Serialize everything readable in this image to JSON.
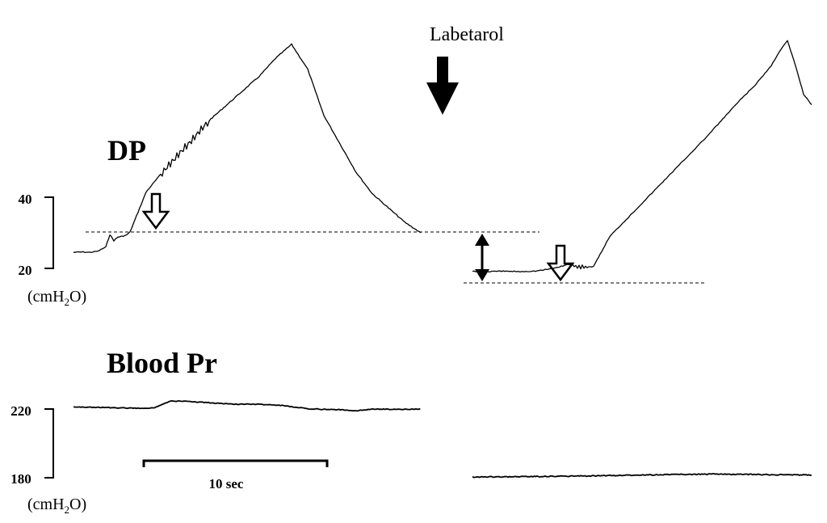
{
  "chart_data": {
    "type": "line",
    "annotation_drug": "Labetarol",
    "scale_bar_label": "10 sec",
    "dp": {
      "label": "DP",
      "ticks": [
        "40",
        "20"
      ],
      "unit_prefix": "(cmH",
      "unit_sub": "2",
      "unit_suffix": "O)",
      "ylim": [
        20,
        40
      ]
    },
    "bp": {
      "label": "Blood Pr",
      "ticks": [
        "220",
        "180"
      ],
      "unit_prefix": "(cmH",
      "unit_sub": "2",
      "unit_suffix": "O)",
      "ylim": [
        180,
        220
      ]
    },
    "series": [
      {
        "segment": "before",
        "trace": "dp",
        "x": [
          0,
          10,
          20,
          30,
          40,
          45,
          50,
          55,
          60,
          65,
          70,
          90,
          110,
          130,
          150,
          170,
          190,
          210,
          230,
          250,
          270,
          290,
          310,
          330,
          350,
          370,
          390,
          410,
          430
        ],
        "y": [
          24.5,
          24.6,
          24.5,
          24.8,
          26.0,
          29.5,
          27.8,
          28.8,
          29.0,
          29.3,
          30.2,
          41.5,
          47,
          52,
          57,
          62,
          66,
          70,
          74,
          79,
          83,
          76,
          63,
          55,
          47,
          41,
          37,
          33,
          30
        ]
      },
      {
        "segment": "after",
        "trace": "dp",
        "x": [
          0,
          20,
          40,
          60,
          80,
          100,
          110,
          120,
          130,
          140,
          150,
          170,
          200,
          230,
          260,
          290,
          310,
          330,
          350,
          370,
          380,
          390,
          400,
          410,
          420
        ],
        "y": [
          19.2,
          19.1,
          19.2,
          19.1,
          19.3,
          20.0,
          20.6,
          21.2,
          20.4,
          20.4,
          20.5,
          29,
          36,
          43,
          50,
          57,
          62,
          67,
          71.5,
          77,
          81,
          84,
          77,
          69,
          66
        ]
      },
      {
        "segment": "before",
        "trace": "bp",
        "x": [
          0,
          30,
          60,
          90,
          100,
          120,
          140,
          170,
          200,
          230,
          260,
          290,
          310,
          330,
          350,
          370,
          400,
          430
        ],
        "y": [
          221.2,
          221.0,
          220.6,
          220.4,
          220.8,
          224.6,
          224.5,
          223.6,
          222.8,
          222.8,
          222.0,
          220.2,
          219.8,
          219.6,
          219.0,
          220.0,
          219.8,
          220.0
        ]
      },
      {
        "segment": "after",
        "trace": "bp",
        "x": [
          0,
          50,
          100,
          150,
          200,
          250,
          300,
          350,
          420
        ],
        "y": [
          180.4,
          180.6,
          180.8,
          181.1,
          181.5,
          181.9,
          182.1,
          181.9,
          181.6
        ]
      }
    ]
  }
}
